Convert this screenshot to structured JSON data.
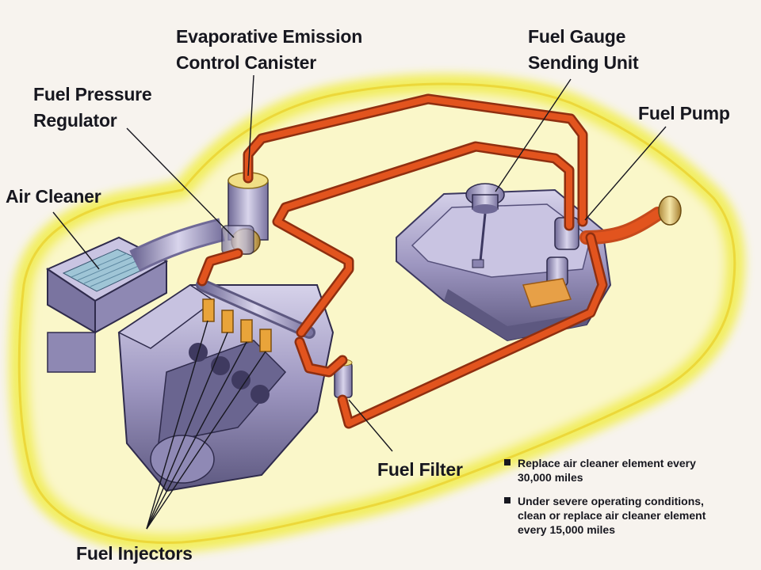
{
  "labels": {
    "evap_canister": [
      "Evaporative Emission",
      "Control Canister"
    ],
    "fuel_gauge": [
      "Fuel Gauge",
      "Sending Unit"
    ],
    "fuel_pressure_regulator": [
      "Fuel Pressure",
      "Regulator"
    ],
    "fuel_pump": "Fuel Pump",
    "air_cleaner": "Air Cleaner",
    "fuel_filter": "Fuel Filter",
    "fuel_injectors": "Fuel Injectors"
  },
  "notes": [
    {
      "lines": [
        "Replace air cleaner element every",
        "30,000 miles"
      ]
    },
    {
      "lines": [
        "Under severe operating conditions,",
        "clean or replace air cleaner element",
        "every 15,000 miles"
      ]
    }
  ],
  "colors": {
    "background": "#f7f3ee",
    "car_outline_glow": "#f2ee5a",
    "fuel_line": "#e2541e",
    "component_body": "#9b94bd",
    "label_text": "#17171f"
  }
}
